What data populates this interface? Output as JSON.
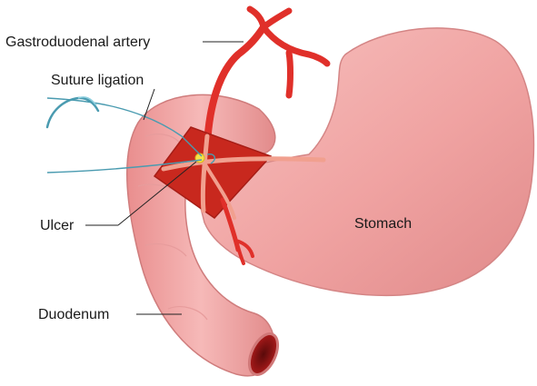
{
  "labels": {
    "gastroduodenal_artery": "Gastroduodenal artery",
    "suture_ligation": "Suture ligation",
    "ulcer": "Ulcer",
    "stomach": "Stomach",
    "duodenum": "Duodenum"
  },
  "colors": {
    "tissue": "#f0a0a0",
    "tissue_dark": "#d97676",
    "artery": "#e0302a",
    "ulcer": "#c8281e",
    "suture_thread": "#4a9bb0",
    "lumen": "#8a0f10",
    "bleeding_point": "#f5e04a",
    "leader_line": "#222222"
  },
  "icons": [
    "suture-needle-icon"
  ]
}
